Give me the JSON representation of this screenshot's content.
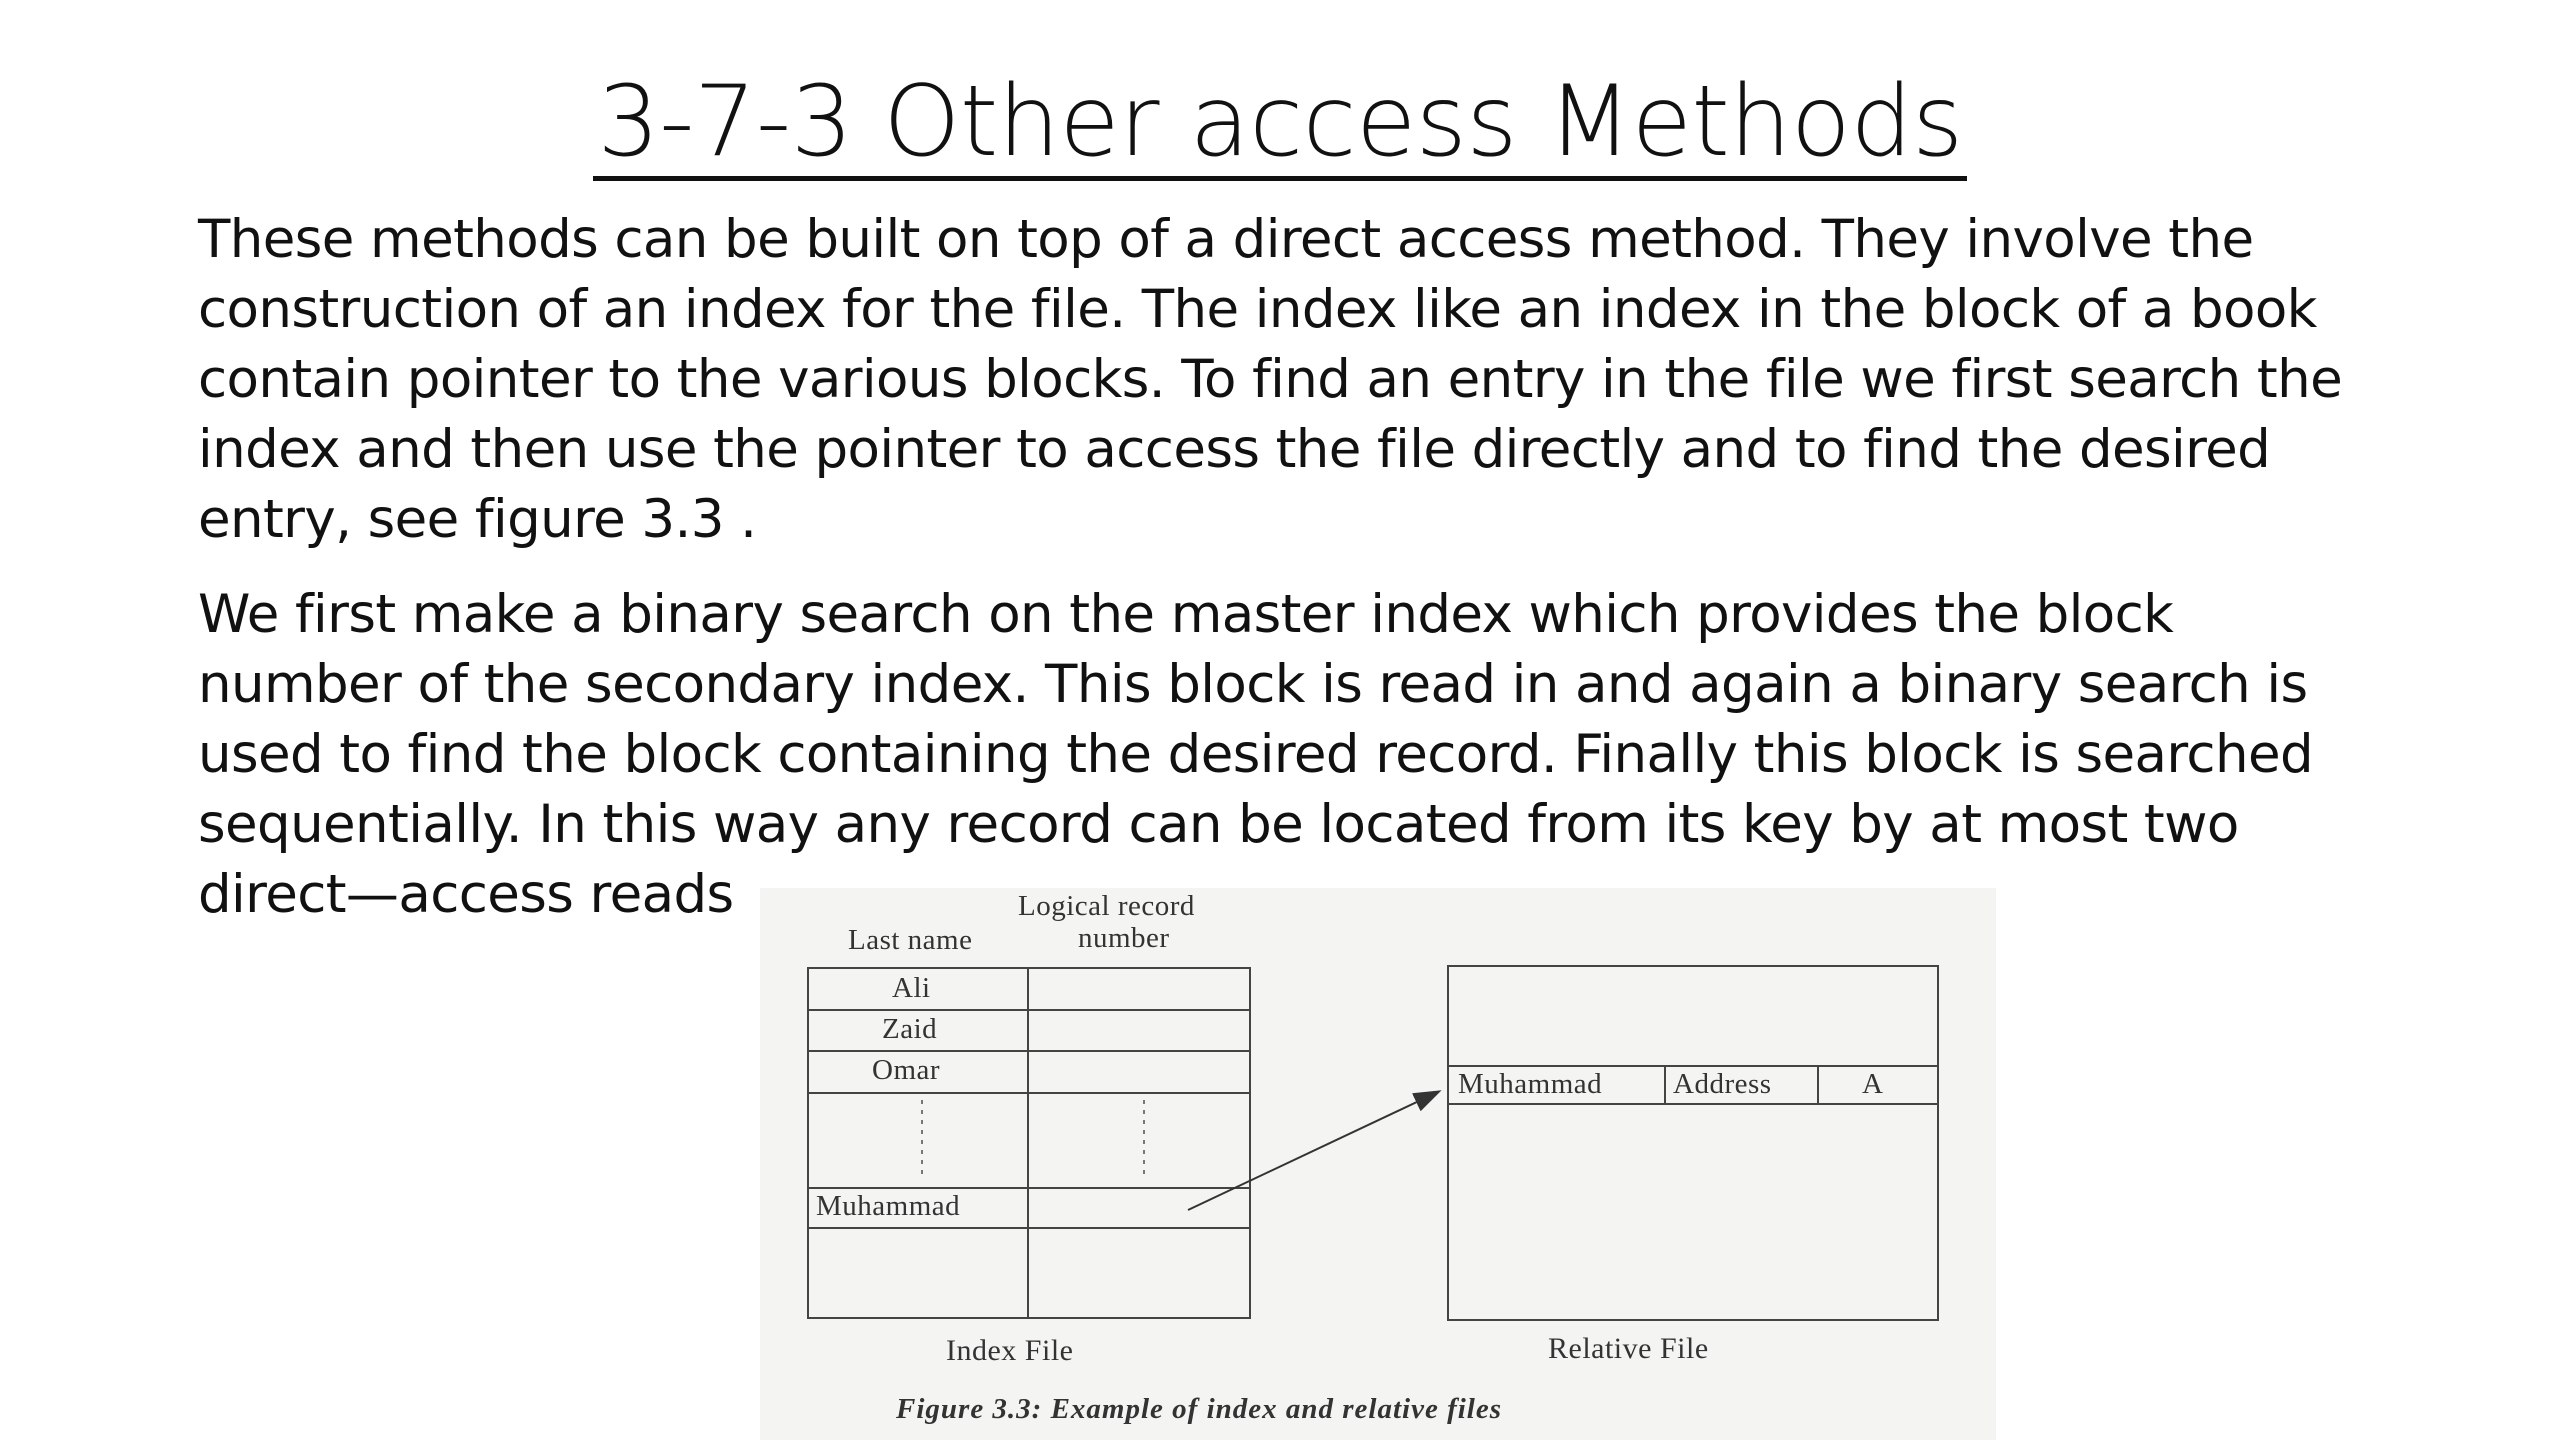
{
  "slide": {
    "title": "3-7-3 Other access Methods",
    "paragraph1_lines": [
      "These methods can be built on top of a direct access method. They involve the",
      "construction of an index for the file. The index like an index in the block of a book",
      "contain pointer to the various blocks. To find an entry in the file we first search the",
      "index and then use the pointer to access the file directly and to find the desired",
      "entry, see figure 3.3 ."
    ],
    "paragraph2_lines": [
      "We first make a binary search on the master index which provides the block",
      "number of the secondary index. This block is read in and again a binary search is",
      "used to find the block containing the desired record. Finally this block is searched",
      "sequentially. In this way any record can be located from its key by at most two",
      "direct—access reads"
    ]
  },
  "figure": {
    "index_file": {
      "col1_header": "Last name",
      "col2_header_line1": "Logical record",
      "col2_header_line2": "number",
      "rows": [
        "Ali",
        "Zaid",
        "Omar",
        "Muhammad"
      ],
      "caption": "Index File"
    },
    "relative_file": {
      "fields": [
        "Muhammad",
        "Address",
        "A"
      ],
      "caption": "Relative File"
    },
    "figure_caption": "Figure 3.3: Example of index and relative files"
  }
}
